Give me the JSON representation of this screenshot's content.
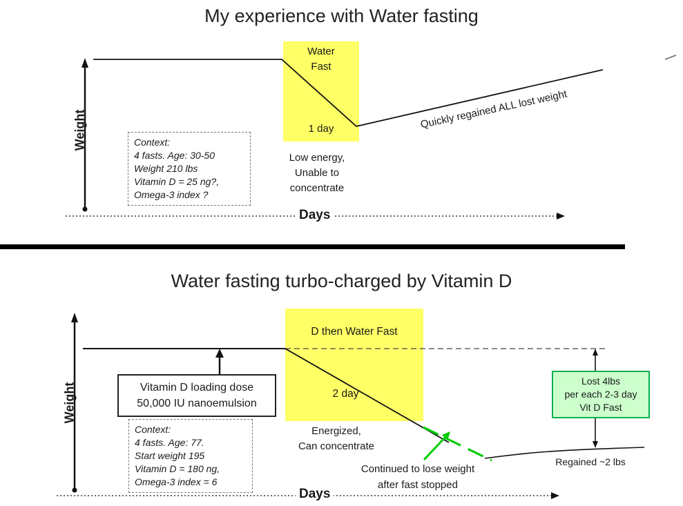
{
  "colors": {
    "highlight_yellow": "#FFFF66",
    "accent_green": "#00CC00",
    "lost_box_fill": "#CCFFCC",
    "lost_box_border": "#00B050",
    "line_black": "#111111"
  },
  "top_panel": {
    "title": "My experience with Water fasting",
    "y_axis_label": "Weight",
    "x_axis_label": "Days",
    "fast_highlight_label": "Water\nFast",
    "fast_duration": "1 day",
    "regain_annotation": "Quickly regained ALL lost weight",
    "context_lines": [
      "Context:",
      "4 fasts. Age: 30-50",
      "Weight 210 lbs",
      "Vitamin D = 25 ng?,",
      "Omega-3 index ?"
    ],
    "state_annotation": "Low energy,\nUnable to\nconcentrate"
  },
  "bottom_panel": {
    "title": "Water fasting turbo-charged by Vitamin D",
    "y_axis_label": "Weight",
    "x_axis_label": "Days",
    "fast_highlight_label": "D then Water Fast",
    "fast_duration": "2 day",
    "dose_annotation": "Vitamin D loading dose\n50,000 IU nanoemulsion",
    "context_lines": [
      "Context:",
      "4 fasts. Age: 77.",
      "Start weight 195",
      "Vitamin D = 180 ng,",
      "Omega-3 index = 6"
    ],
    "state_annotation": "Energized,\nCan concentrate",
    "continued_annotation": "Continued to lose weight\nafter fast stopped",
    "lost_lines": [
      "Lost 4lbs",
      "per each 2-3 day",
      "Vit D Fast"
    ],
    "regained_annotation": "Regained ~2 lbs"
  }
}
